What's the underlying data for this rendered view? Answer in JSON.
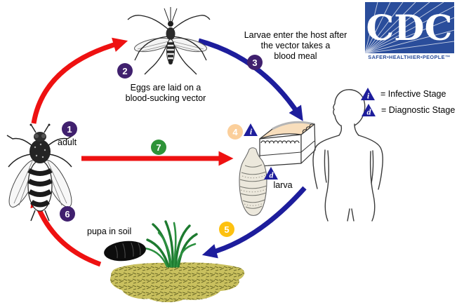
{
  "logo": {
    "name": "CDC",
    "tagline": "SAFER•HEALTHIER•PEOPLE™"
  },
  "legend": {
    "infective_symbol": "i",
    "infective_label": "= Infective Stage",
    "diagnostic_symbol": "d",
    "diagnostic_label": "= Diagnostic Stage"
  },
  "steps": [
    {
      "num": "1",
      "label": "adult"
    },
    {
      "num": "2",
      "label": [
        "Eggs are laid on a",
        "blood-sucking vector"
      ]
    },
    {
      "num": "3",
      "label": [
        "Larvae enter the host after",
        "the vector takes a",
        "blood meal"
      ]
    },
    {
      "num": "4",
      "label": ""
    },
    {
      "num": "5",
      "label": ""
    },
    {
      "num": "6",
      "label": "pupa in soil"
    },
    {
      "num": "7",
      "label": ""
    }
  ],
  "labels": {
    "larva": "larva"
  },
  "colors": {
    "arrow_red": "#ee1111",
    "arrow_blue": "#1d1d9c",
    "badge_purple": "#40206e",
    "badge_green": "#2e9338",
    "badge_yellow": "#fdc110",
    "badge_peach": "#fbcf9b",
    "triangle_blue": "#1d1d9c",
    "cdc_blue": "#2a4d9b",
    "soil": "#c9c05e",
    "grass": "#1d7a2f",
    "skin_top": "#f8debc"
  }
}
